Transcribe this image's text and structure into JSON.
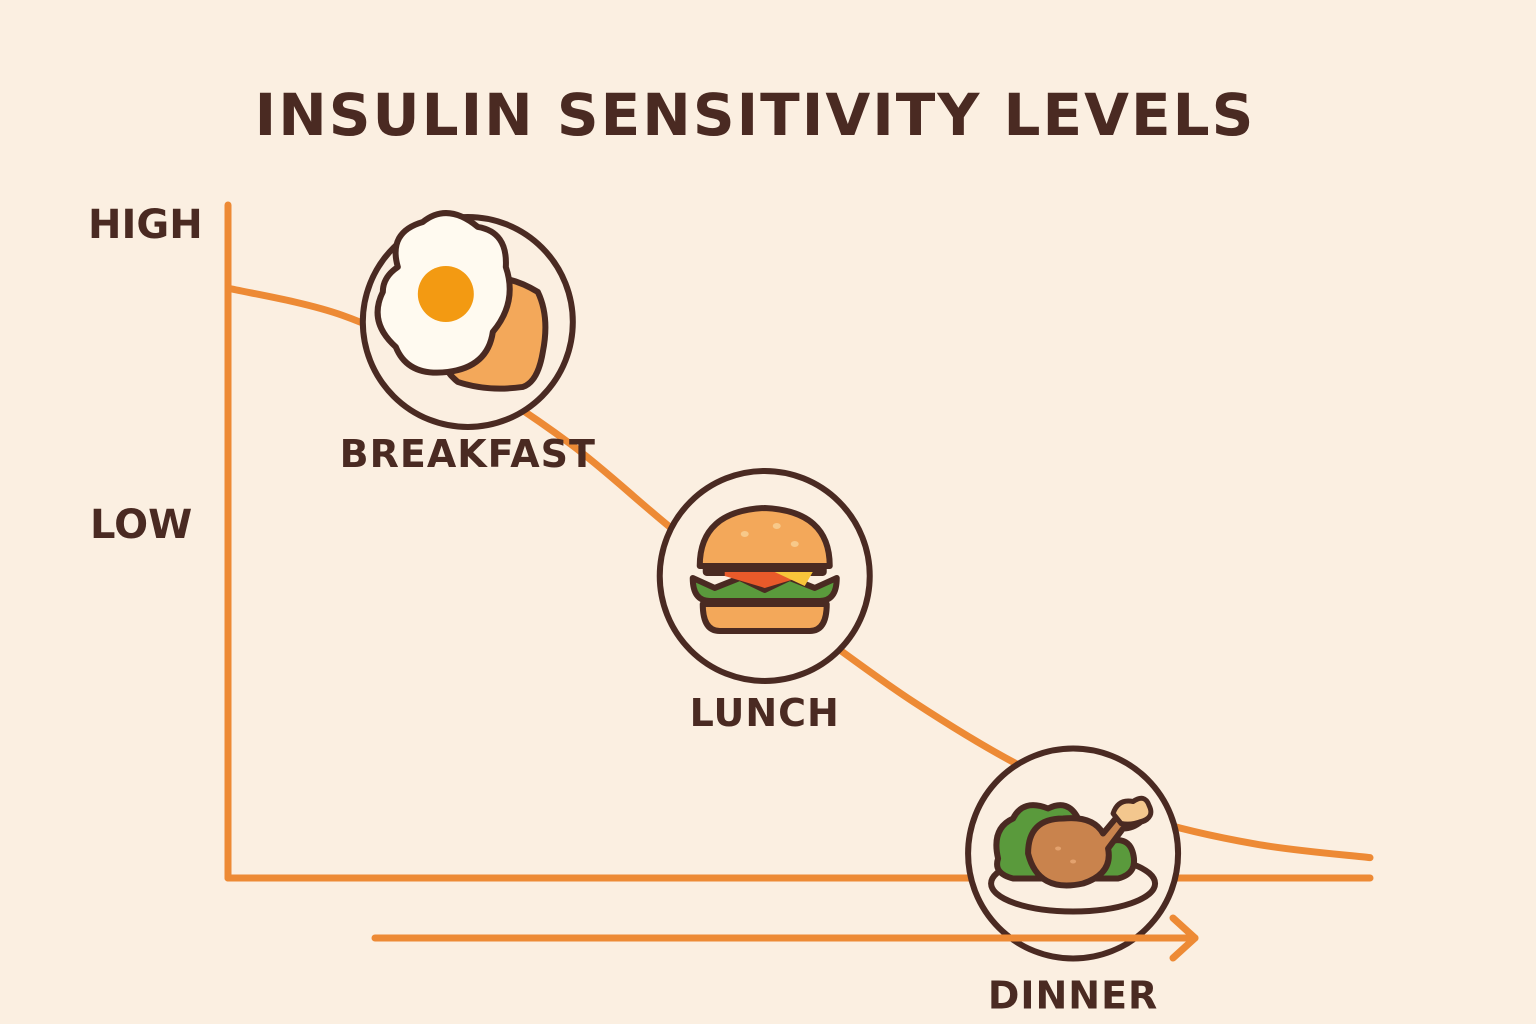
{
  "chart_data": {
    "type": "line",
    "title": "INSULIN SENSITIVITY LEVELS",
    "xlabel": "",
    "ylabel": "",
    "y_tick_labels": [
      "HIGH",
      "LOW"
    ],
    "x": [
      0,
      0.1,
      0.2,
      0.3,
      0.4,
      0.5,
      0.6,
      0.7,
      0.8,
      0.9,
      1.0
    ],
    "values": [
      0.87,
      0.83,
      0.75,
      0.64,
      0.5,
      0.38,
      0.26,
      0.16,
      0.09,
      0.05,
      0.03
    ],
    "xlim": [
      0,
      1
    ],
    "ylim": [
      0,
      1
    ],
    "grid": false,
    "legend": "none",
    "time_arrow": true,
    "meals": [
      {
        "label": "BREAKFAST",
        "icon": "egg-toast-icon",
        "x": 0.21
      },
      {
        "label": "LUNCH",
        "icon": "burger-icon",
        "x": 0.47
      },
      {
        "label": "DINNER",
        "icon": "chicken-plate-icon",
        "x": 0.74
      }
    ],
    "colors": {
      "curve": "#ed8a35",
      "axis": "#ed8a35",
      "text": "#4a2a22",
      "background": "#fbefe1"
    }
  }
}
